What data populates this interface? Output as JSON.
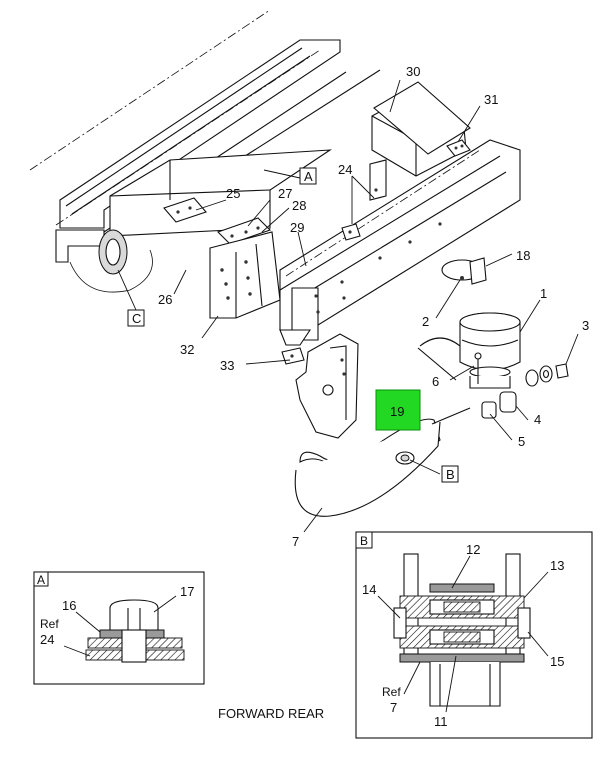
{
  "callouts": {
    "c1": "1",
    "c2": "2",
    "c3": "3",
    "c4": "4",
    "c5": "5",
    "c6": "6",
    "c7": "7",
    "c18": "18",
    "c19": "19",
    "c24": "24",
    "c25": "25",
    "c26": "26",
    "c27": "27",
    "c28": "28",
    "c29": "29",
    "c30": "30",
    "c31": "31",
    "c32": "32",
    "c33": "33"
  },
  "view_refs": {
    "a": "A",
    "b": "B",
    "c": "C"
  },
  "detail_a": {
    "title": "A",
    "c16": "16",
    "c17": "17",
    "ref_word": "Ref",
    "ref_num": "24"
  },
  "detail_b": {
    "title": "B",
    "c11": "11",
    "c12": "12",
    "c13": "13",
    "c14": "14",
    "c15": "15",
    "ref_word": "Ref",
    "ref_num": "7"
  },
  "caption": "FORWARD REAR",
  "highlight_color": "#22d822"
}
